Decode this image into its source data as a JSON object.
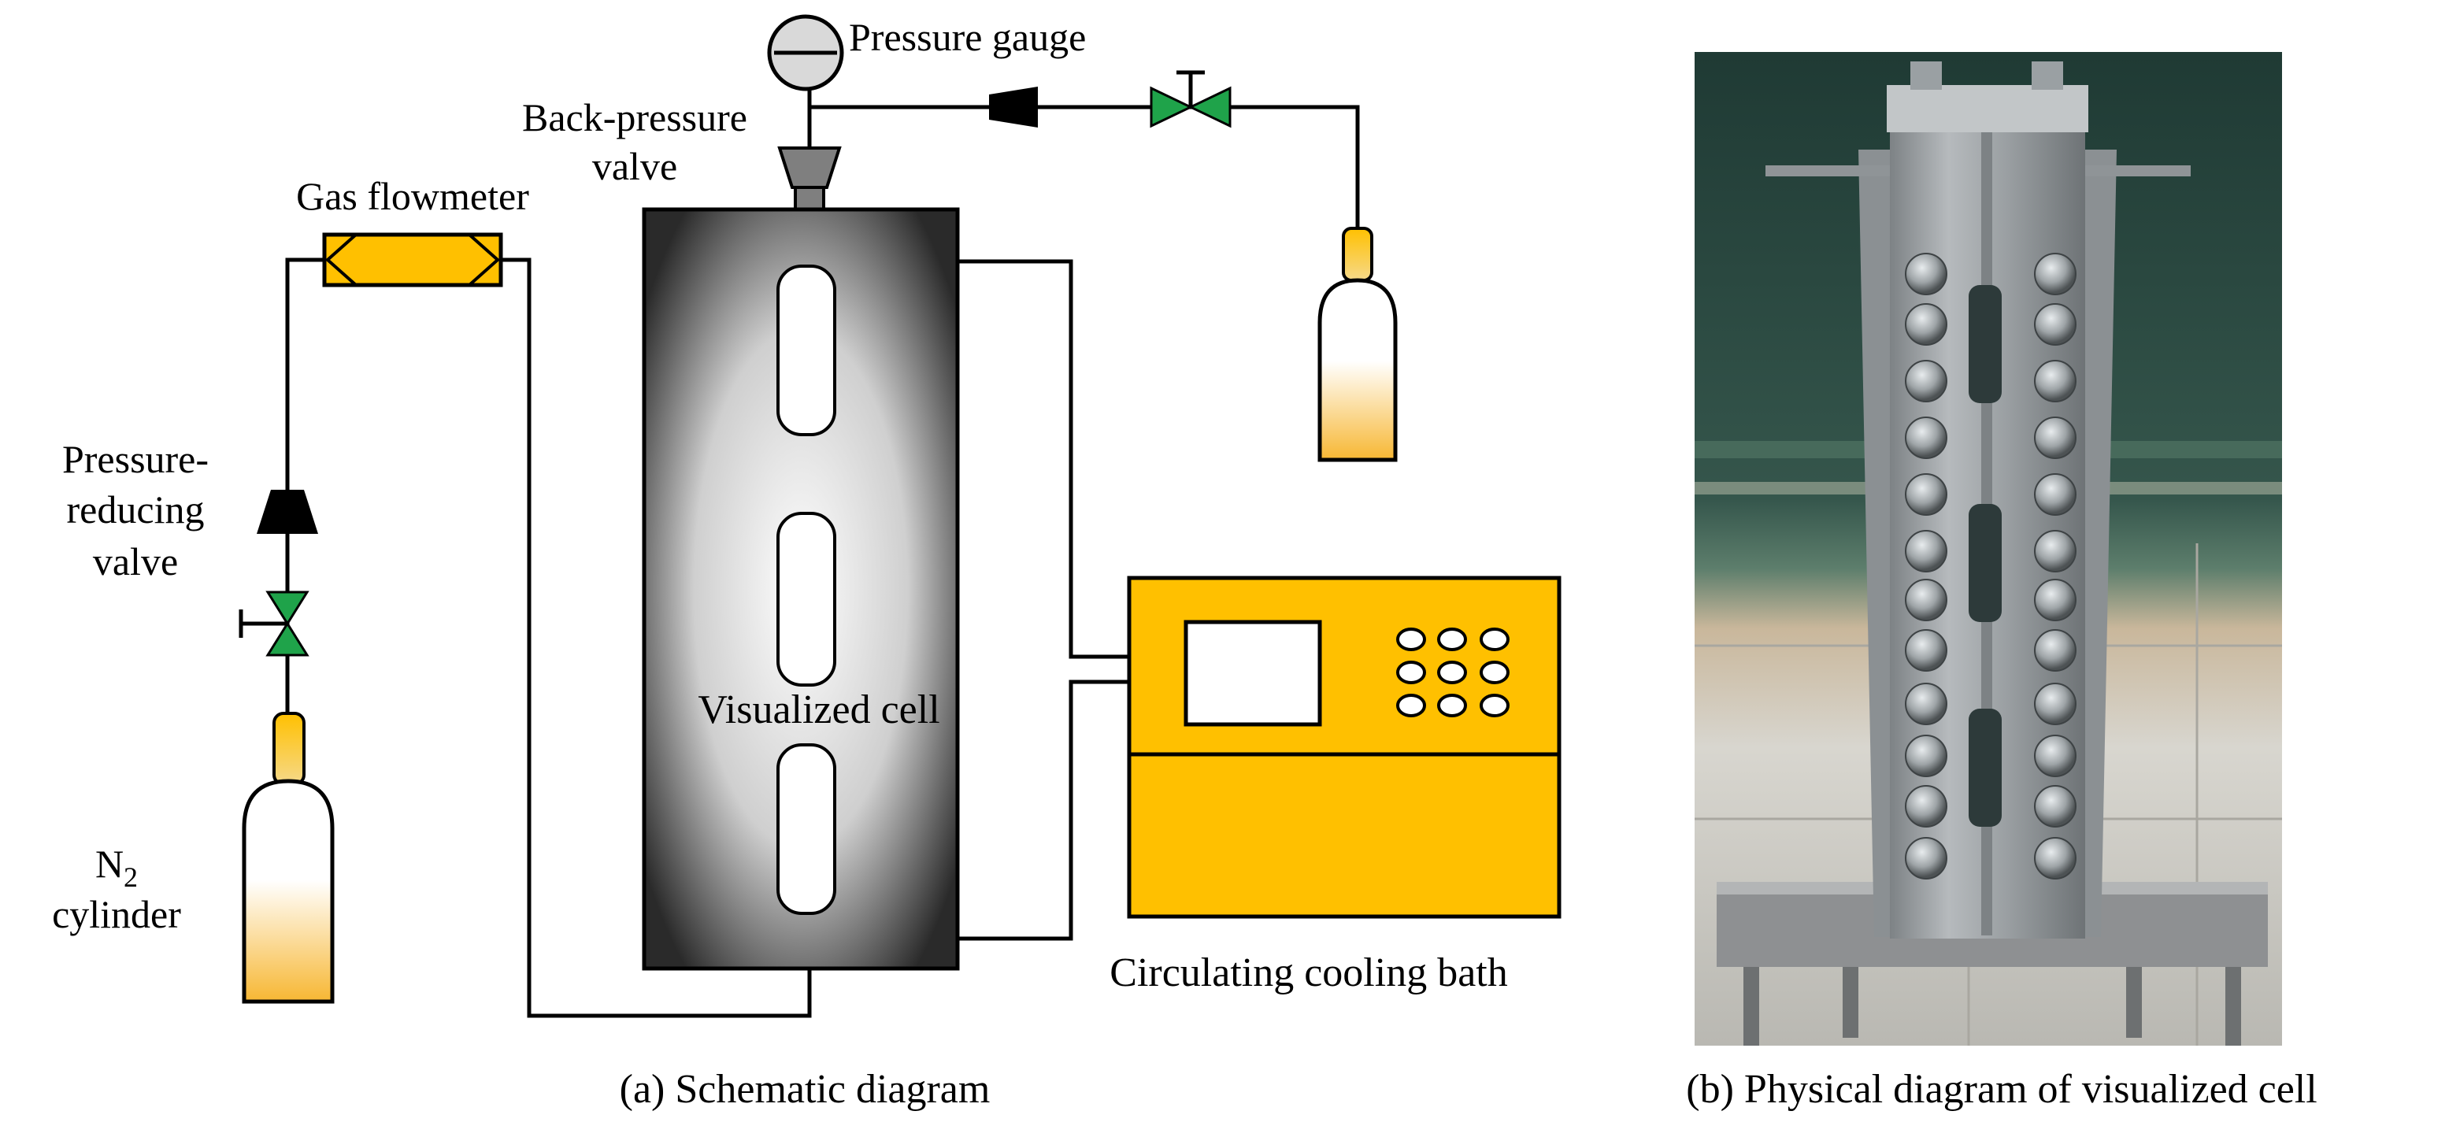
{
  "labels": {
    "pressure_gauge": "Pressure gauge",
    "back_pressure_line1": "Back-pressure",
    "back_pressure_line2": "valve",
    "gas_flowmeter": "Gas flowmeter",
    "pressure_reducing_line1": "Pressure-",
    "pressure_reducing_line2": "reducing",
    "pressure_reducing_line3": "valve",
    "n2_main": "N",
    "n2_sub": "2",
    "cylinder": "cylinder",
    "visualized_cell": "Visualized cell",
    "cooling_bath": "Circulating cooling bath",
    "caption_a": "(a) Schematic diagram",
    "caption_b": "(b) Physical diagram of visualized cell"
  },
  "colors": {
    "yellow": "#ffc000",
    "green_valve": "#1fa34a",
    "line": "#000000",
    "gauge_fill": "#d9d9d9",
    "steel": "#9aa0a4"
  }
}
